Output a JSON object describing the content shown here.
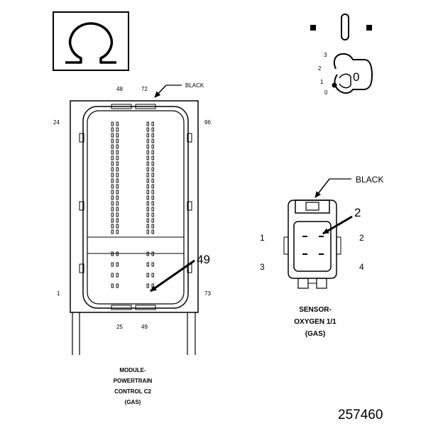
{
  "meter": {
    "symbol": "Ω"
  },
  "ignition": {
    "positions": [
      "3",
      "2",
      "1",
      "0"
    ],
    "key_label": "0"
  },
  "pcm_connector": {
    "pins": {
      "top_left": "48",
      "top_right": "72",
      "left_upper": "24",
      "right_upper": "96",
      "left_lower": "1",
      "right_lower": "73",
      "bottom_left": "25",
      "bottom_right": "49"
    },
    "color_label": "BLACK",
    "callout": "49",
    "caption": [
      "MODULE-",
      "POWERTRAIN",
      "CONTROL C2",
      "(GAS)"
    ]
  },
  "o2_connector": {
    "color_label": "BLACK",
    "callout": "2",
    "pins": [
      "1",
      "2",
      "3",
      "4"
    ],
    "caption": [
      "SENSOR-",
      "OXYGEN 1/1",
      "(GAS)"
    ]
  },
  "figure_id": "257460"
}
